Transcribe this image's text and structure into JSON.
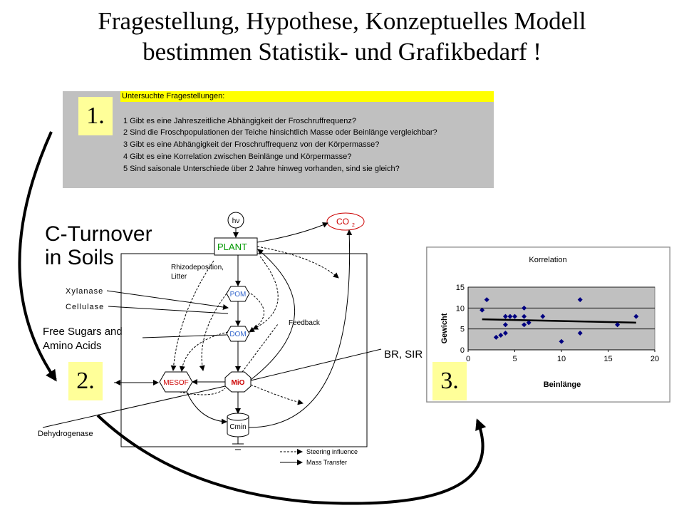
{
  "title": {
    "line1": "Fragestellung, Hypothese, Konzeptuelles Modell",
    "line2": "bestimmen Statistik- und Grafikbedarf !"
  },
  "questions": {
    "header": "Untersuchte Fragestellungen:",
    "items": [
      "1 Gibt es eine Jahreszeitliche Abhängigkeit der Froschruffrequenz?",
      "2 Sind die Froschpopulationen der Teiche hinsichtlich Masse oder Beinlänge vergleichbar?",
      "3 Gibt es eine Abhängigkeit der Froschruffrequenz von der Körpermasse?",
      "4 Gibt es eine Korrelation zwischen Beinlänge und Körpermasse?",
      "5 Sind saisonale Unterschiede über 2 Jahre hinweg vorhanden, sind sie gleich?"
    ]
  },
  "step_labels": {
    "one": "1.",
    "two": "2.",
    "three": "3."
  },
  "diagram": {
    "title_line1": "C-Turnover",
    "title_line2": "in Soils",
    "hv": "hν",
    "co2": "CO",
    "co2_sub": "2",
    "plant": "PLANT",
    "rhizo_line1": "Rhizodeposition,",
    "rhizo_line2": "Litter",
    "pom": "POM",
    "dom": "DOM",
    "mio": "MiO",
    "mesof": "MESOF",
    "cmin": "Cmin",
    "xylanase": "Xylanase",
    "cellulase": "Cellulase",
    "free_sugars_line1": "Free Sugars and",
    "free_sugars_line2": "Amino Acids",
    "feedback": "Feedback",
    "br_sir": "BR, SIR",
    "dehydrogenase": "Dehydrogenase",
    "legend_steering": "Steering influence",
    "legend_mass": "Mass Transfer",
    "colors": {
      "plant": "#009900",
      "co2": "#cc0000",
      "node_text": "#3366cc",
      "mio": "#cc0000",
      "mesof": "#cc0000"
    }
  },
  "chart_data": {
    "type": "scatter",
    "title": "Korrelation",
    "xlabel": "Beinlänge",
    "ylabel": "Gewicht",
    "xlim": [
      0,
      20
    ],
    "ylim": [
      0,
      15
    ],
    "xticks": [
      "0",
      "5",
      "10",
      "15",
      "20"
    ],
    "yticks": [
      "0",
      "5",
      "10",
      "15"
    ],
    "grid": true,
    "plot_background": "#c0c0c0",
    "marker_color": "#000080",
    "points": [
      [
        1.5,
        9.5
      ],
      [
        2,
        12
      ],
      [
        3,
        3
      ],
      [
        3.5,
        3.5
      ],
      [
        4,
        6
      ],
      [
        4,
        8
      ],
      [
        4,
        4
      ],
      [
        4.5,
        8
      ],
      [
        5,
        8
      ],
      [
        6,
        6
      ],
      [
        6,
        8
      ],
      [
        6,
        10
      ],
      [
        6.5,
        6.5
      ],
      [
        8,
        8
      ],
      [
        10,
        2
      ],
      [
        12,
        12
      ],
      [
        12,
        4
      ],
      [
        16,
        6
      ],
      [
        18,
        8
      ]
    ],
    "trendline": [
      [
        1.5,
        7.3
      ],
      [
        18,
        6.5
      ]
    ]
  }
}
